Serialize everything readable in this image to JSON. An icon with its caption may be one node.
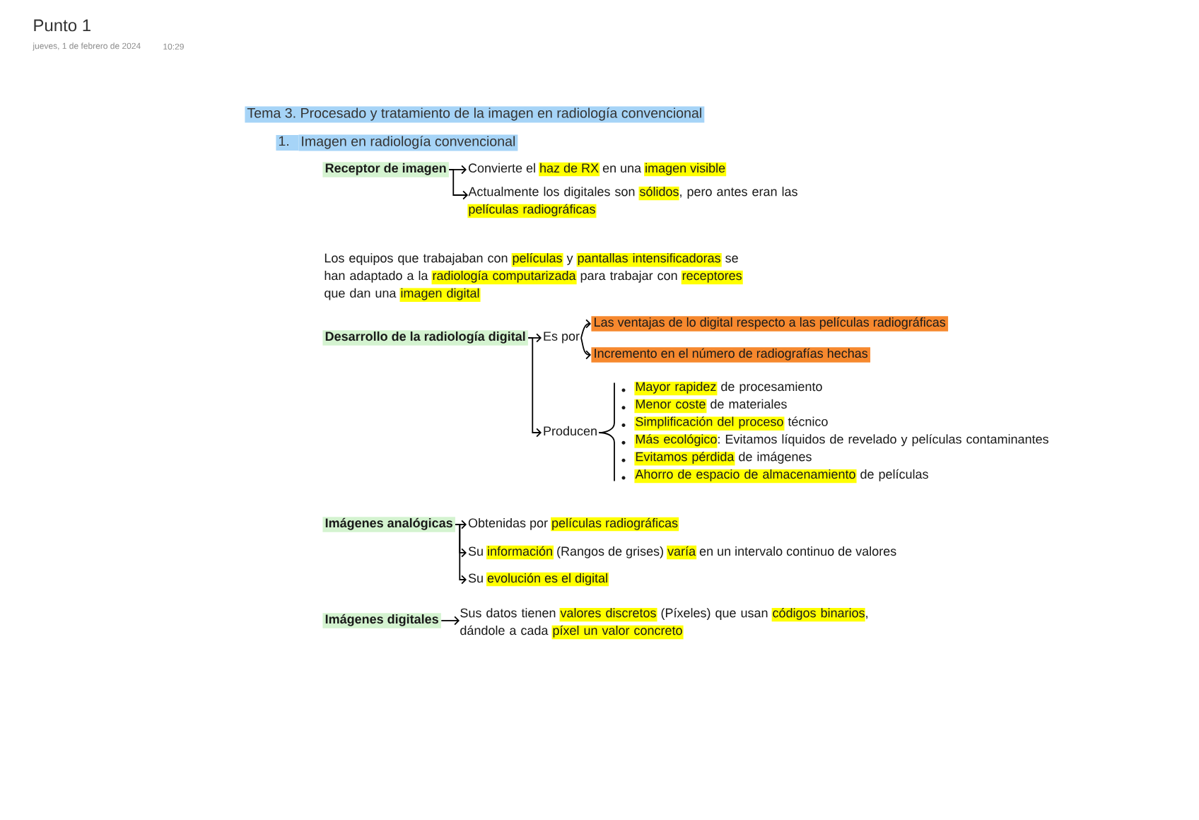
{
  "diagram": {
    "title": "Punto 1",
    "nodes": [
      {
        "text": [
          "Receptor de imagen"
        ]
      },
      {
        "text": [
          "Convierte el haz de RX en una imagen visible"
        ]
      },
      {
        "text": [
          "Actualmente los digitales son sólidos, pero antes eran las películas radiográficas"
        ]
      },
      {
        "text": [
          "Los equipos que trabajaban con películas y pantallas intensificadoras se han adaptado a la radiología computarizada para trabajar con receptores que dan una imagen digital"
        ]
      },
      {
        "text": [
          "Desarrollo de la radiología digital"
        ]
      },
      {
        "text": [
          "Es por"
        ]
      },
      {
        "text": [
          "Las ventajas de lo digital respecto a las películas radiográficas"
        ]
      },
      {
        "text": [
          "Incremento en el número de radiografías hechas"
        ]
      },
      {
        "text": [
          "Producen"
        ]
      },
      {
        "text": [
          "Mayor rapidez de procesamiento",
          "Menor coste de materiales",
          "Simplificación del proceso técnico",
          "Más ecológico: Evitamos líquidos de revelado y películas contaminantes",
          "Evitamos pérdida de imágenes",
          "Ahorro de espacio de almacenamiento de películas"
        ]
      },
      {
        "text": [
          "Imágenes analógicas"
        ]
      },
      {
        "text": [
          "Obtenidas por películas radiográficas"
        ]
      },
      {
        "text": [
          "Su información (Rangos de grises) varía en un intervalo continuo de valores"
        ]
      },
      {
        "text": [
          "Su evolución es el digital"
        ]
      },
      {
        "text": [
          "Imágenes digitales"
        ]
      },
      {
        "text": [
          "Sus datos tienen valores discretos (Píxeles) que usan códigos binarios, dándole a cada píxel un valor concreto"
        ]
      }
    ],
    "edges": [
      {
        "from": 0,
        "to": 1,
        "arrow": "to"
      },
      {
        "from": 0,
        "to": 2,
        "arrow": "to"
      },
      {
        "from": 4,
        "to": 5,
        "arrow": "to"
      },
      {
        "from": 5,
        "to": 6,
        "arrow": "to"
      },
      {
        "from": 5,
        "to": 7,
        "arrow": "to"
      },
      {
        "from": 4,
        "to": 8,
        "arrow": "to"
      },
      {
        "from": 8,
        "to": 9,
        "arrow": "none"
      },
      {
        "from": 10,
        "to": 11,
        "arrow": "to"
      },
      {
        "from": 10,
        "to": 12,
        "arrow": "to"
      },
      {
        "from": 10,
        "to": 13,
        "arrow": "to"
      },
      {
        "from": 14,
        "to": 15,
        "arrow": "to"
      }
    ],
    "labels": [
      "jueves, 1 de febrero de 2024",
      "10:29",
      "Tema 3. Procesado y tratamiento de la imagen en radiología convencional",
      "1.",
      "Imagen en radiología convencional"
    ]
  }
}
